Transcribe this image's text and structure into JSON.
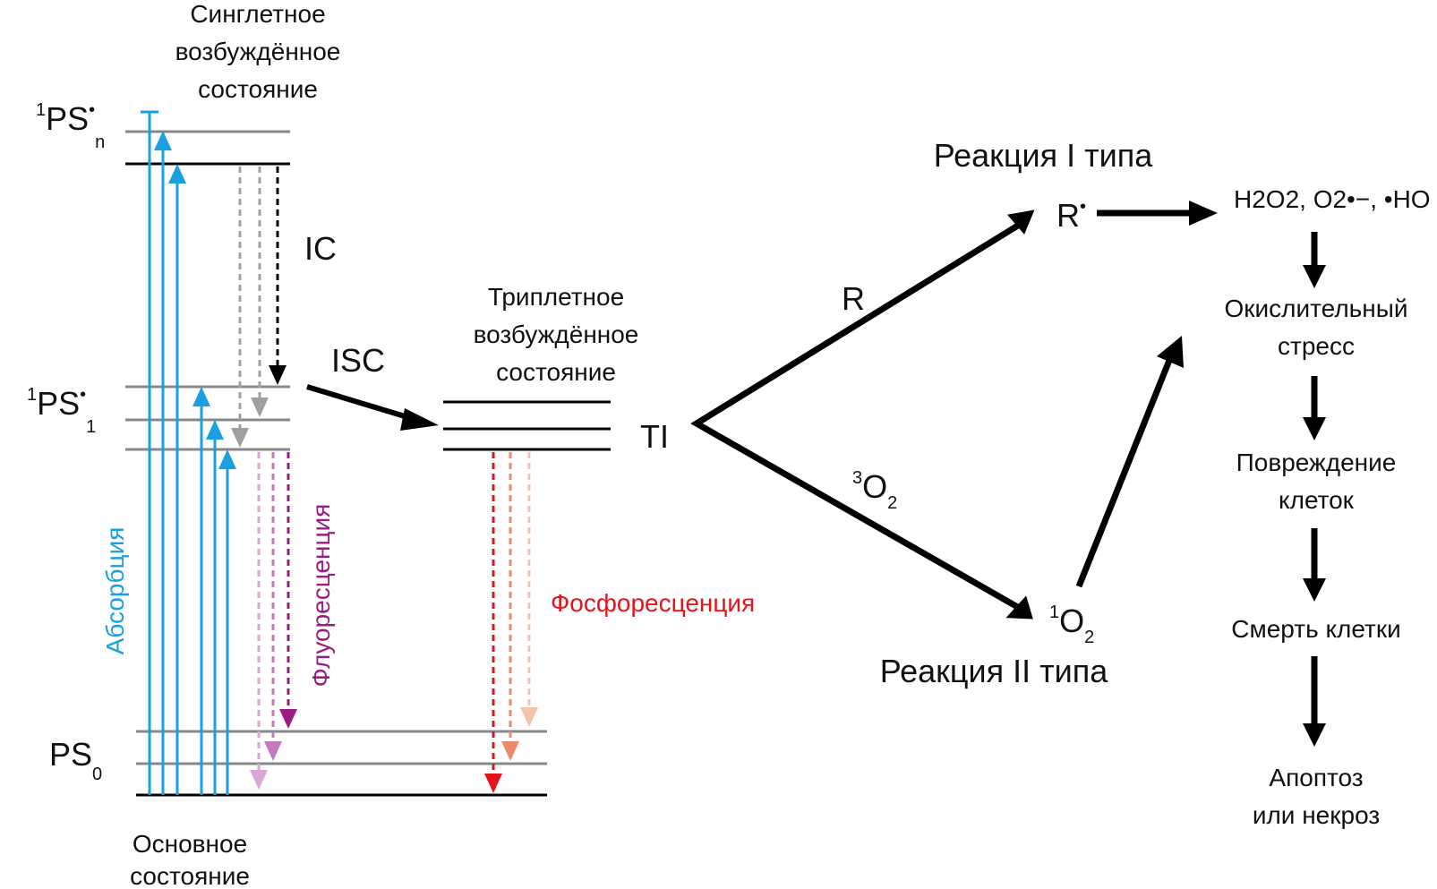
{
  "singlet_excited_label": [
    "Синглетное",
    "возбуждённое",
    "состояние"
  ],
  "triplet_excited_label": [
    "Триплетное",
    "возбуждённое",
    "состояние"
  ],
  "ground_state_label": [
    "Основное",
    "состояние"
  ],
  "levels": {
    "ps_n": {
      "sup": "1",
      "main": "PS",
      "dot": "•",
      "sub": "n"
    },
    "ps_1": {
      "sup": "1",
      "main": "PS",
      "dot": "•",
      "sub": "1"
    },
    "ps_0": {
      "main": "PS",
      "sub": "0"
    }
  },
  "processes": {
    "ic": "IC",
    "isc": "ISC",
    "absorption": "Абсорбция",
    "fluorescence": "Флуоресценция",
    "phosphorescence": "Фосфоресценция",
    "tl": "TI"
  },
  "reactions": {
    "type1": "Реакция I типа",
    "type2": "Реакция II типа",
    "r_label": "R",
    "r_radical": {
      "main": "R",
      "dot": "•"
    },
    "o2_triplet": {
      "sup": "3",
      "main": "O",
      "sub": "2"
    },
    "o2_singlet": {
      "sup": "1",
      "main": "O",
      "sub": "2"
    }
  },
  "ros": "H2O2, O2•−, •HO",
  "cascade": [
    [
      "Окислительный",
      "стресс"
    ],
    [
      "Повреждение",
      "клеток"
    ],
    [
      "Смерть клетки"
    ],
    [
      "Апоптоз",
      "или некроз"
    ]
  ],
  "colors": {
    "absorption": "#1aa0e0",
    "fluorescence_dark": "#9b1d82",
    "fluorescence_mid": "#c47bbc",
    "fluorescence_light": "#d9a6d6",
    "phosphorescence_dark": "#e3141b",
    "phosphorescence_mid": "#ee8a6c",
    "phosphorescence_light": "#f6c1ad",
    "ic_grey": "#a0a0a0",
    "level_grey": "#888888"
  }
}
